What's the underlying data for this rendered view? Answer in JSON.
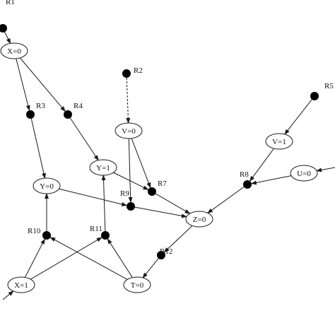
{
  "diagram": {
    "variables": [
      {
        "id": "X0",
        "label": "X=0"
      },
      {
        "id": "Y0",
        "label": "Y=0"
      },
      {
        "id": "Y1",
        "label": "Y=1"
      },
      {
        "id": "V0",
        "label": "V=0"
      },
      {
        "id": "V1",
        "label": "V=1"
      },
      {
        "id": "U0",
        "label": "U=0"
      },
      {
        "id": "Z0",
        "label": "Z=0"
      },
      {
        "id": "X1",
        "label": "X=1"
      },
      {
        "id": "T0",
        "label": "T=0"
      }
    ],
    "reactions": [
      {
        "id": "R1",
        "label": "R1"
      },
      {
        "id": "R2",
        "label": "R2"
      },
      {
        "id": "R3",
        "label": "R3"
      },
      {
        "id": "R4",
        "label": "R4"
      },
      {
        "id": "R5",
        "label": "R5"
      },
      {
        "id": "R7",
        "label": "R7"
      },
      {
        "id": "R8",
        "label": "R8"
      },
      {
        "id": "R9",
        "label": "R9"
      },
      {
        "id": "R10",
        "label": "R10"
      },
      {
        "id": "R11",
        "label": "R11"
      },
      {
        "id": "R12",
        "label": "R12"
      }
    ],
    "edges": [
      {
        "from": "R1",
        "to": "X0",
        "style": "solid"
      },
      {
        "from": "X0",
        "to": "R3",
        "style": "solid"
      },
      {
        "from": "X0",
        "to": "R4",
        "style": "solid"
      },
      {
        "from": "R3",
        "to": "Y0",
        "style": "solid"
      },
      {
        "from": "R4",
        "to": "Y1",
        "style": "solid"
      },
      {
        "from": "R2",
        "to": "V0",
        "style": "dashed"
      },
      {
        "from": "R5",
        "to": "V1",
        "style": "solid"
      },
      {
        "from": "V1",
        "to": "R8",
        "style": "solid"
      },
      {
        "from": "U0",
        "to": "R8",
        "style": "solid"
      },
      {
        "from": "R8",
        "to": "Z0",
        "style": "solid"
      },
      {
        "from": "V0",
        "to": "R9",
        "style": "solid"
      },
      {
        "from": "V0",
        "to": "R7",
        "style": "solid"
      },
      {
        "from": "Y1",
        "to": "R7",
        "style": "solid"
      },
      {
        "from": "Y0",
        "to": "R9",
        "style": "solid"
      },
      {
        "from": "R7",
        "to": "Z0",
        "style": "solid"
      },
      {
        "from": "R9",
        "to": "Z0",
        "style": "solid"
      },
      {
        "from": "Z0",
        "to": "R12",
        "style": "solid"
      },
      {
        "from": "R12",
        "to": "T0",
        "style": "solid"
      },
      {
        "from": "R10",
        "to": "Y0",
        "style": "solid"
      },
      {
        "from": "R11",
        "to": "Y1",
        "style": "solid"
      },
      {
        "from": "X1",
        "to": "R10",
        "style": "solid"
      },
      {
        "from": "X1",
        "to": "R11",
        "style": "solid"
      },
      {
        "from": "T0",
        "to": "R11",
        "style": "solid"
      },
      {
        "from": "T0",
        "to": "R10",
        "style": "solid"
      },
      {
        "from": "IN_U0",
        "to": "U0",
        "style": "solid"
      },
      {
        "from": "IN_X1",
        "to": "X1",
        "style": "solid"
      }
    ]
  }
}
